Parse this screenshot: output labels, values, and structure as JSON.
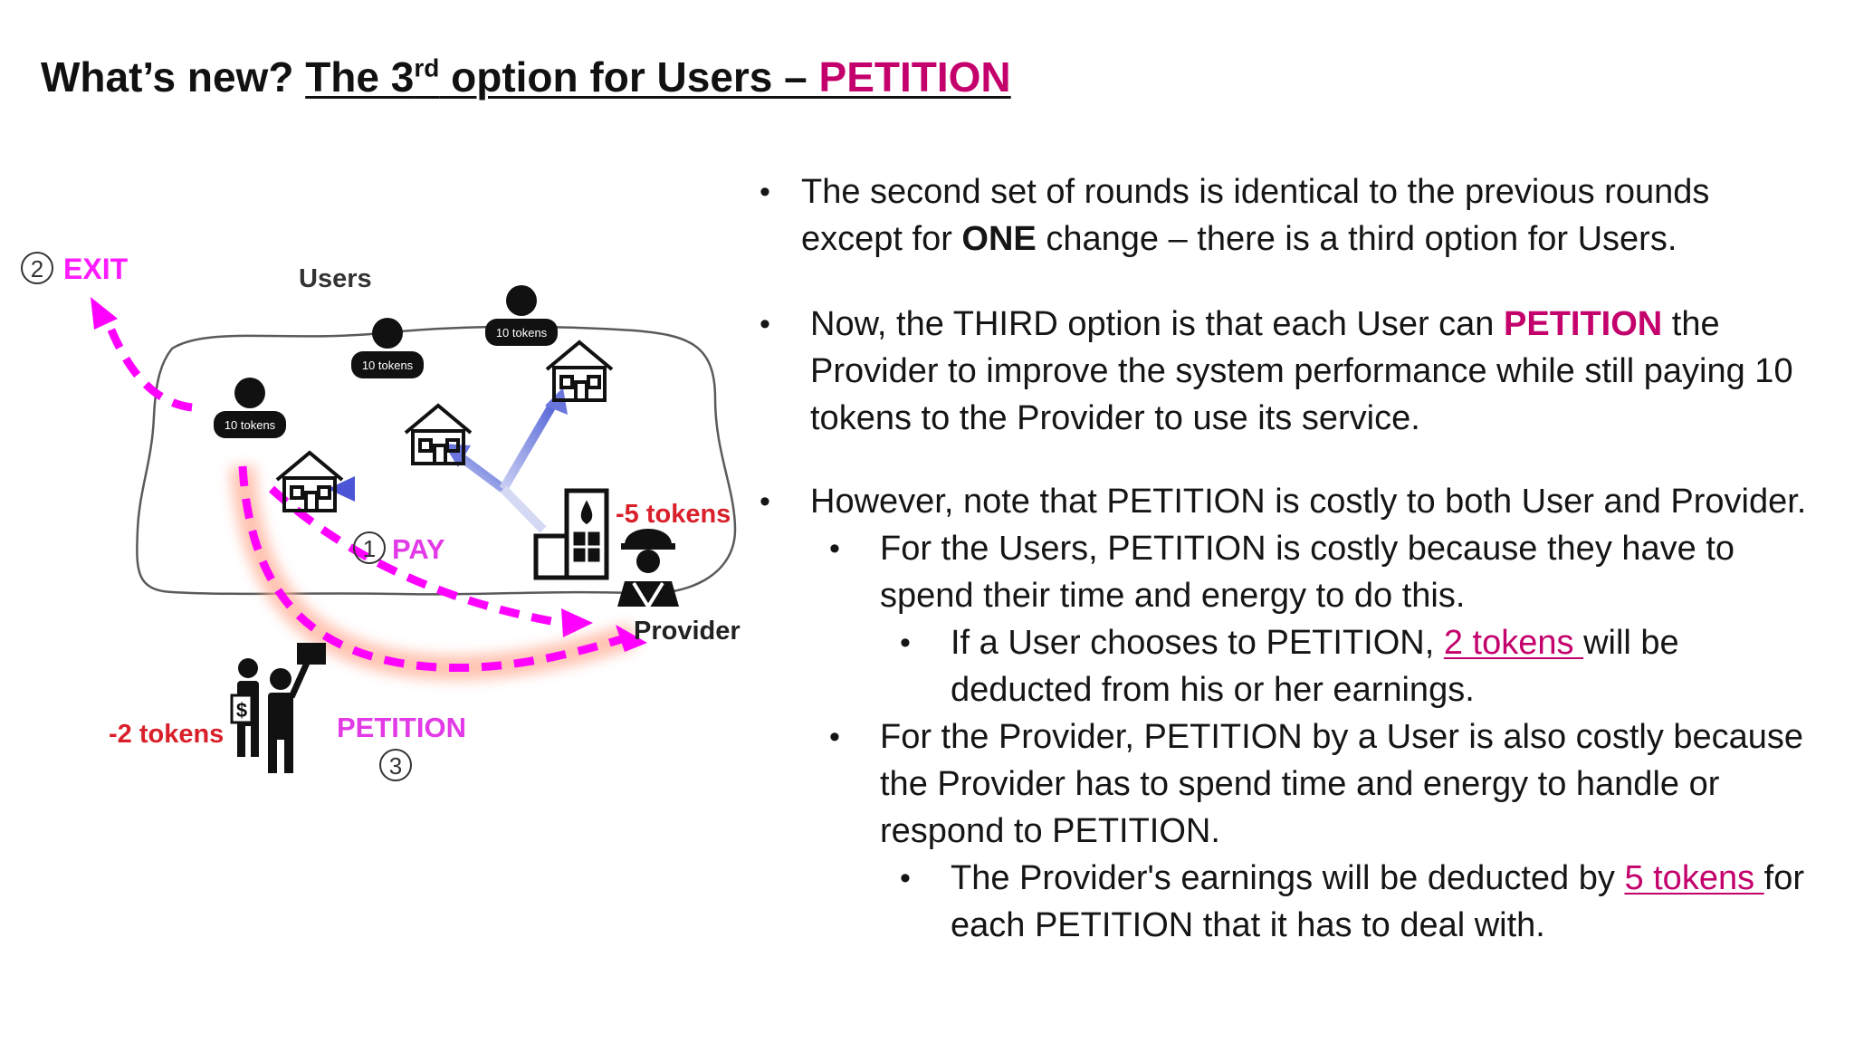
{
  "title": {
    "lead": "What’s new?",
    "main_pre": "The 3",
    "main_sup": "rd",
    "main_post": " option for Users – ",
    "highlight": "PETITION"
  },
  "diagram": {
    "users_label": "Users",
    "provider_label": "Provider",
    "exit_num": "2",
    "exit_label": "EXIT",
    "pay_num": "1",
    "pay_label": "PAY",
    "petition_num": "3",
    "petition_label": "PETITION",
    "user_tokens": "10 tokens",
    "provider_cost": "-5 tokens",
    "user_cost": "-2 tokens",
    "colors": {
      "magenta": "#ff00ff",
      "red": "#d9202a",
      "pay_arrow": "#5a67d8",
      "outline": "#555555"
    }
  },
  "bullets": [
    {
      "level": 1,
      "parts": [
        {
          "text": "The second set of rounds is identical to the previous rounds except for "
        },
        {
          "text": "ONE",
          "style": "strong"
        },
        {
          "text": " change – there is a third option for Users."
        }
      ]
    },
    {
      "level": 1,
      "parts": [
        {
          "text": "Now, the THIRD option is that each User can "
        },
        {
          "text": "PETITION",
          "style": "accent-strong"
        },
        {
          "text": " the Provider to improve the system performance while still paying 10 tokens to the Provider to use its service."
        }
      ]
    },
    {
      "level": 1,
      "parts": [
        {
          "text": "However, note that PETITION is costly to both User and Provider."
        }
      ]
    },
    {
      "level": 2,
      "parts": [
        {
          "text": "For the Users, PETITION is costly because they have to spend their time and energy to do this."
        }
      ]
    },
    {
      "level": 3,
      "parts": [
        {
          "text": "If a User chooses to PETITION, "
        },
        {
          "text": "2 tokens ",
          "style": "link"
        },
        {
          "text": "will be deducted from his or her earnings."
        }
      ]
    },
    {
      "level": 2,
      "parts": [
        {
          "text": "For the Provider, PETITION by a User is also costly because the Provider has to spend time and energy to handle or respond to PETITION."
        }
      ]
    },
    {
      "level": 3,
      "parts": [
        {
          "text": "The Provider's earnings will be deducted by "
        },
        {
          "text": "5 tokens ",
          "style": "link"
        },
        {
          "text": "for each PETITION that it has to deal with."
        }
      ]
    }
  ]
}
